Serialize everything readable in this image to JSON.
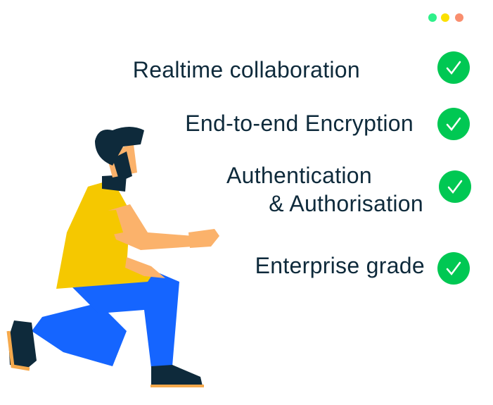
{
  "window_dots": [
    {
      "name": "green",
      "color": "#2ef08a"
    },
    {
      "name": "yellow",
      "color": "#fbe000"
    },
    {
      "name": "red",
      "color": "#f98e6e"
    }
  ],
  "features": [
    {
      "label": "Realtime collaboration",
      "checked": true
    },
    {
      "label": "End-to-end Encryption",
      "checked": true
    },
    {
      "label_line1": "Authentication",
      "label_line2": "& Authorisation",
      "checked": true
    },
    {
      "label": "Enterprise grade",
      "checked": true
    }
  ],
  "colors": {
    "text": "#0e2a3b",
    "check": "#00c853",
    "shirt": "#f5c800",
    "pants": "#1565ff",
    "skin": "#fbb26b",
    "hair": "#0e2a3b"
  }
}
